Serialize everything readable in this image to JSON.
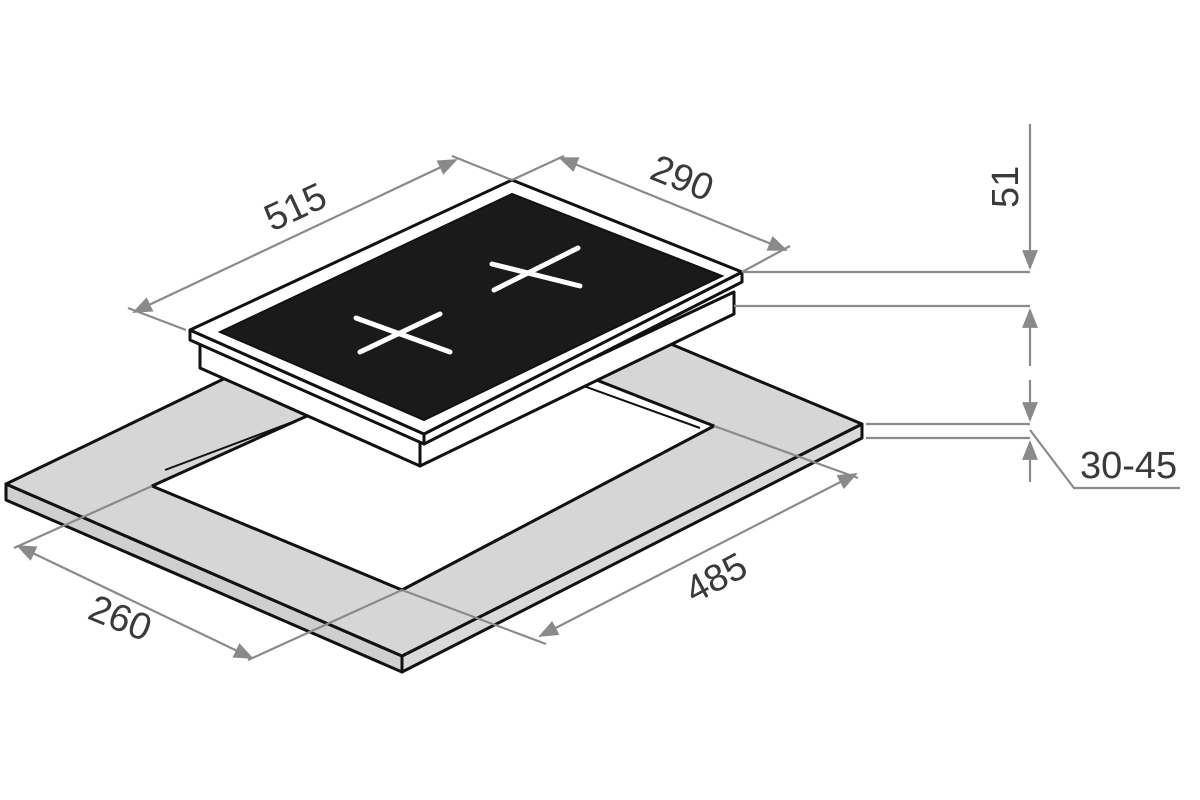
{
  "dimensions": {
    "hob_depth": "515",
    "hob_width": "290",
    "hob_height": "51",
    "cutout_width": "260",
    "cutout_depth": "485",
    "worktop_thickness": "30-45"
  },
  "colors": {
    "glass": "#1a1a1a",
    "frame": "#ffffff",
    "countertop": "#d6d6d6",
    "dimension_line": "#8a8a8a",
    "burner_mark": "#ffffff"
  }
}
